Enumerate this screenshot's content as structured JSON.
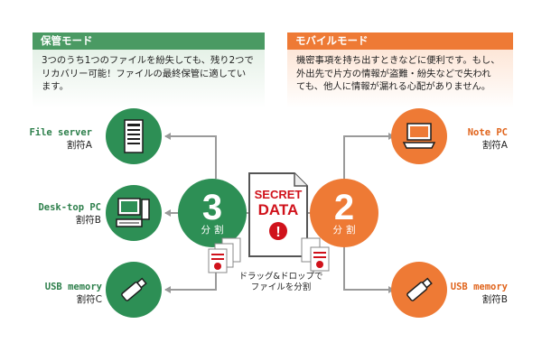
{
  "left_panel": {
    "title": "保管モード",
    "lines": [
      "3つのうち1つのファイルを紛失しても、残り2つで",
      "リカバリー可能！ファイルの最終保管に適してい",
      "ます。"
    ]
  },
  "right_panel": {
    "title": "モバイルモード",
    "lines": [
      "機密事項を持ち出すときなどに便利です。もし、",
      "外出先で片方の情報が盗難・紛失などで失われ",
      "ても、他人に情報が漏れる心配がありません。"
    ]
  },
  "left_hub": {
    "number": "3",
    "label": "分割"
  },
  "right_hub": {
    "number": "2",
    "label": "分割"
  },
  "center_doc": {
    "line1": "SECRET",
    "line2": "DATA",
    "mark": "!"
  },
  "caption": {
    "line1": "ドラッグ&ドロップで",
    "line2": "ファイルを分割"
  },
  "left_devices": [
    {
      "name": "File server",
      "piece": "割符A",
      "icon": "server-icon"
    },
    {
      "name": "Desk-top PC",
      "piece": "割符B",
      "icon": "desktop-pc-icon"
    },
    {
      "name": "USB memory",
      "piece": "割符C",
      "icon": "usb-memory-icon"
    }
  ],
  "right_devices": [
    {
      "name": "Note PC",
      "piece": "割符A",
      "icon": "laptop-icon"
    },
    {
      "name": "USB memory",
      "piece": "割符B",
      "icon": "usb-memory-icon"
    }
  ],
  "colors": {
    "green": "#2d8f55",
    "orange": "#ee7a35",
    "arrow": "#9a9a9a",
    "secret_red": "#d0121b"
  }
}
